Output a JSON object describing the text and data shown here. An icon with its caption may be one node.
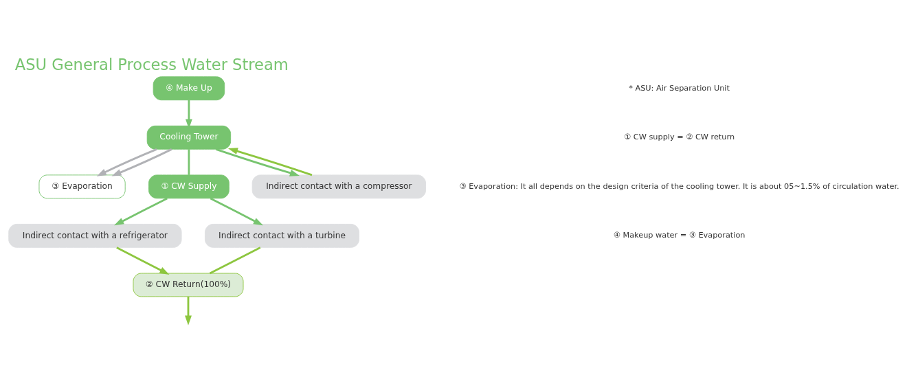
{
  "diagram": {
    "title": "ASU General Process Water Stream",
    "nodes": [
      {
        "text": [
          "③ Evaporation"
        ]
      },
      {
        "text": [
          "④ Make Up"
        ]
      },
      {
        "text": [
          "Cooling Tower"
        ]
      },
      {
        "text": [
          "② CW Return(100%)"
        ]
      },
      {
        "text": [
          "① CW Supply"
        ]
      },
      {
        "text": [
          "Indirect contact with a compressor"
        ]
      },
      {
        "text": [
          "Indirect contact with a refrigerator"
        ]
      },
      {
        "text": [
          "Indirect contact with a turbine"
        ]
      }
    ],
    "edges": [
      {
        "from": 2,
        "to": 0,
        "arrow": "to",
        "color": "#b1b2b6"
      },
      {
        "from": 2,
        "to": 0,
        "arrow": "to",
        "color": "#b1b2b6"
      },
      {
        "from": 1,
        "to": 2,
        "arrow": "to"
      },
      {
        "from": 2,
        "to": 4,
        "arrow": "none"
      },
      {
        "from": 2,
        "to": 5,
        "arrow": "to"
      },
      {
        "from": 4,
        "to": 6,
        "arrow": "to"
      },
      {
        "from": 4,
        "to": 7,
        "arrow": "to"
      },
      {
        "from": 5,
        "to": 2,
        "arrow": "to",
        "color": "#8dc63f"
      },
      {
        "from": 6,
        "to": 3,
        "arrow": "to",
        "color": "#8dc63f"
      },
      {
        "from": 7,
        "to": 3,
        "arrow": "none",
        "color": "#8dc63f"
      },
      {
        "from": 3,
        "to": null,
        "arrow": "to",
        "color": "#8dc63f"
      }
    ],
    "labels": [
      "* ASU: Air Separation Unit",
      "① CW supply = ② CW return",
      "③ Evaporation: It all depends on the design criteria of the cooling tower. It is about 05~1.5% of circulation water.",
      "④ Makeup water = ③ Evaporation"
    ]
  }
}
